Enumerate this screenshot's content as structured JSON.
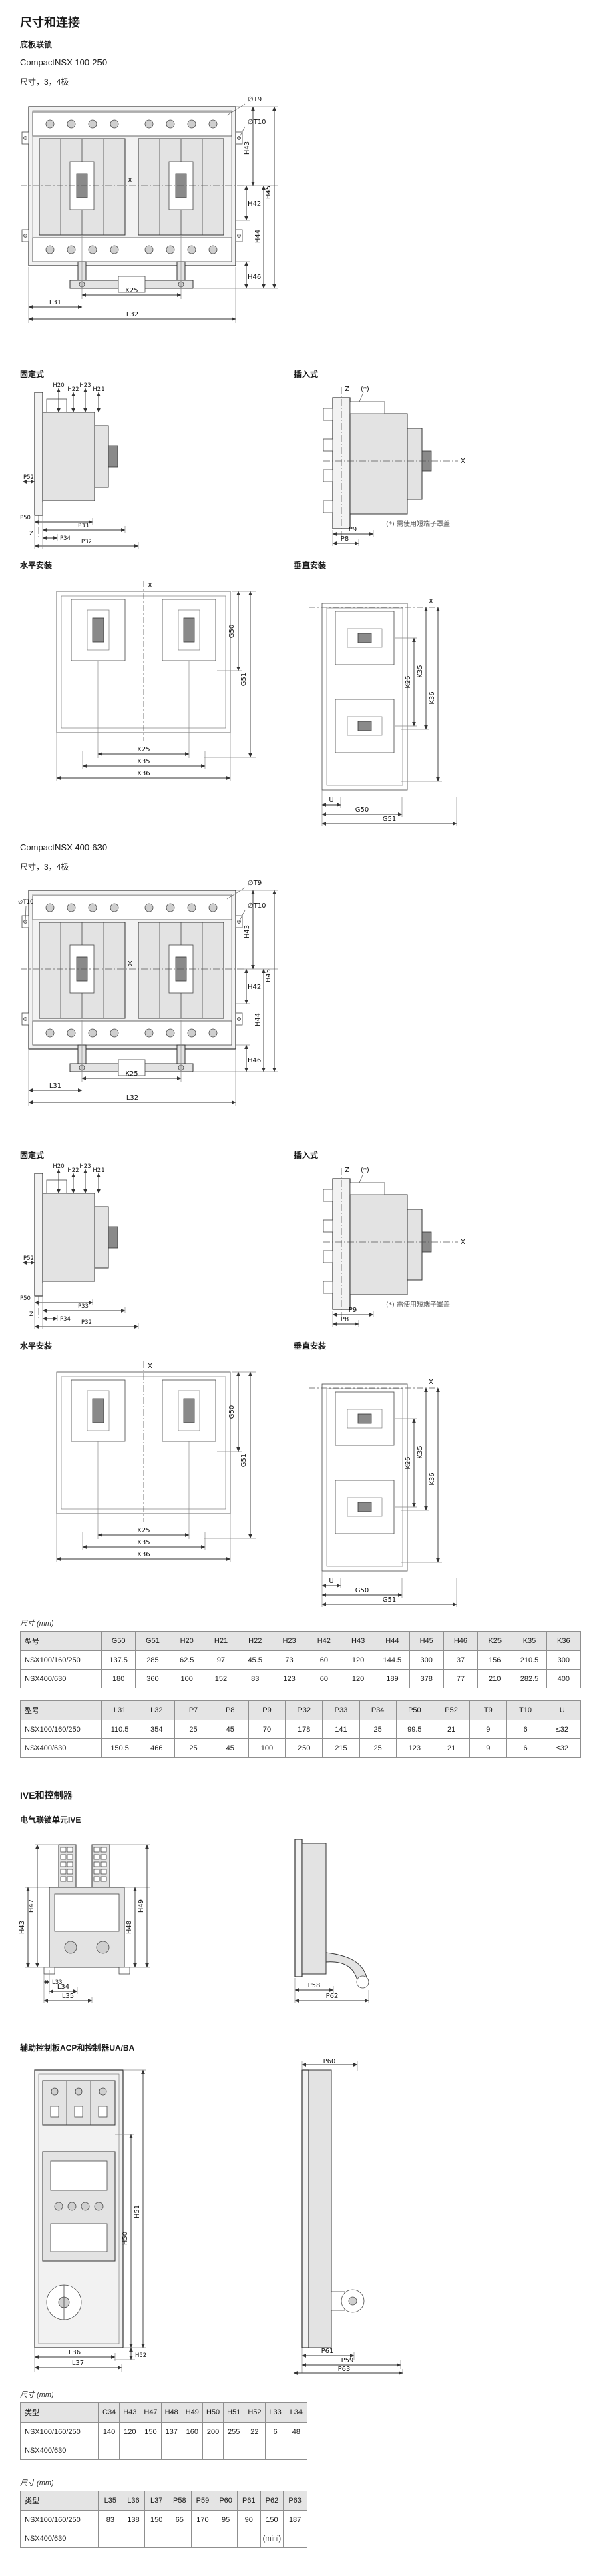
{
  "header": {
    "title": "尺寸和连接",
    "subtitle": "底板联锁"
  },
  "nsx100": {
    "product": "CompactNSX 100-250",
    "poles": "尺寸，3，4极"
  },
  "nsx400": {
    "product": "CompactNSX 400-630",
    "poles": "尺寸，3，4极"
  },
  "labels": {
    "fixed": "固定式",
    "plugin": "插入式",
    "horizontal": "水平安装",
    "vertical": "垂直安装",
    "plugin_note": "(*) 需使用短端子罩盖"
  },
  "ive": {
    "title": "IVE和控制器",
    "subtitle": "电气联锁单元IVE",
    "acp_subtitle": "辅助控制板ACP和控制器UA/BA"
  },
  "dims": {
    "t9": "∅T9",
    "t10": "∅T10",
    "h20": "H20",
    "h21": "H21",
    "h22": "H22",
    "h23": "H23",
    "h42": "H42",
    "h43": "H43",
    "h44": "H44",
    "h45": "H45",
    "h46": "H46",
    "h47": "H47",
    "h48": "H48",
    "h49": "H49",
    "h50": "H50",
    "h51": "H51",
    "h52": "H52",
    "l31": "L31",
    "l32": "L32",
    "l33": "L33",
    "l34": "L34",
    "l35": "L35",
    "l36": "L36",
    "l37": "L37",
    "k25": "K25",
    "k35": "K35",
    "k36": "K36",
    "g50": "G50",
    "g51": "G51",
    "p8": "P8",
    "p9": "P9",
    "p32": "P32",
    "p33": "P33",
    "p34": "P34",
    "p50": "P50",
    "p52": "P52",
    "p58": "P58",
    "p59": "P59",
    "p60": "P60",
    "p61": "P61",
    "p62": "P62",
    "p63": "P63",
    "u": "U",
    "x": "X",
    "z": "Z",
    "star": "(*)"
  },
  "tables": {
    "unit_label": "尺寸 (mm)",
    "table1": {
      "headers": [
        "型号",
        "G50",
        "G51",
        "H20",
        "H21",
        "H22",
        "H23",
        "H42",
        "H43",
        "H44",
        "H45",
        "H46",
        "K25",
        "K35",
        "K36"
      ],
      "rows": [
        [
          "NSX100/160/250",
          "137.5",
          "285",
          "62.5",
          "97",
          "45.5",
          "73",
          "60",
          "120",
          "144.5",
          "300",
          "37",
          "156",
          "210.5",
          "300"
        ],
        [
          "NSX400/630",
          "180",
          "360",
          "100",
          "152",
          "83",
          "123",
          "60",
          "120",
          "189",
          "378",
          "77",
          "210",
          "282.5",
          "400"
        ]
      ]
    },
    "table2": {
      "headers": [
        "型号",
        "L31",
        "L32",
        "P7",
        "P8",
        "P9",
        "P32",
        "P33",
        "P34",
        "P50",
        "P52",
        "T9",
        "T10",
        "U"
      ],
      "rows": [
        [
          "NSX100/160/250",
          "110.5",
          "354",
          "25",
          "45",
          "70",
          "178",
          "141",
          "25",
          "99.5",
          "21",
          "9",
          "6",
          "≤32"
        ],
        [
          "NSX400/630",
          "150.5",
          "466",
          "25",
          "45",
          "100",
          "250",
          "215",
          "25",
          "123",
          "21",
          "9",
          "6",
          "≤32"
        ]
      ]
    },
    "table3": {
      "headers": [
        "类型",
        "C34",
        "H43",
        "H47",
        "H48",
        "H49",
        "H50",
        "H51",
        "H52",
        "L33",
        "L34"
      ],
      "rows": [
        [
          "NSX100/160/250",
          "140",
          "120",
          "150",
          "137",
          "160",
          "200",
          "255",
          "22",
          "6",
          "48"
        ],
        [
          "NSX400/630",
          "",
          "",
          "",
          "",
          "",
          "",
          "",
          "",
          "",
          ""
        ]
      ]
    },
    "table4": {
      "headers": [
        "类型",
        "L35",
        "L36",
        "L37",
        "P58",
        "P59",
        "P60",
        "P61",
        "P62",
        "P63"
      ],
      "rows": [
        [
          "NSX100/160/250",
          "83",
          "138",
          "150",
          "65",
          "170",
          "95",
          "90",
          "150",
          "187"
        ],
        [
          "NSX400/630",
          "",
          "",
          "",
          "",
          "",
          "",
          "",
          "(mini)",
          ""
        ]
      ]
    }
  }
}
